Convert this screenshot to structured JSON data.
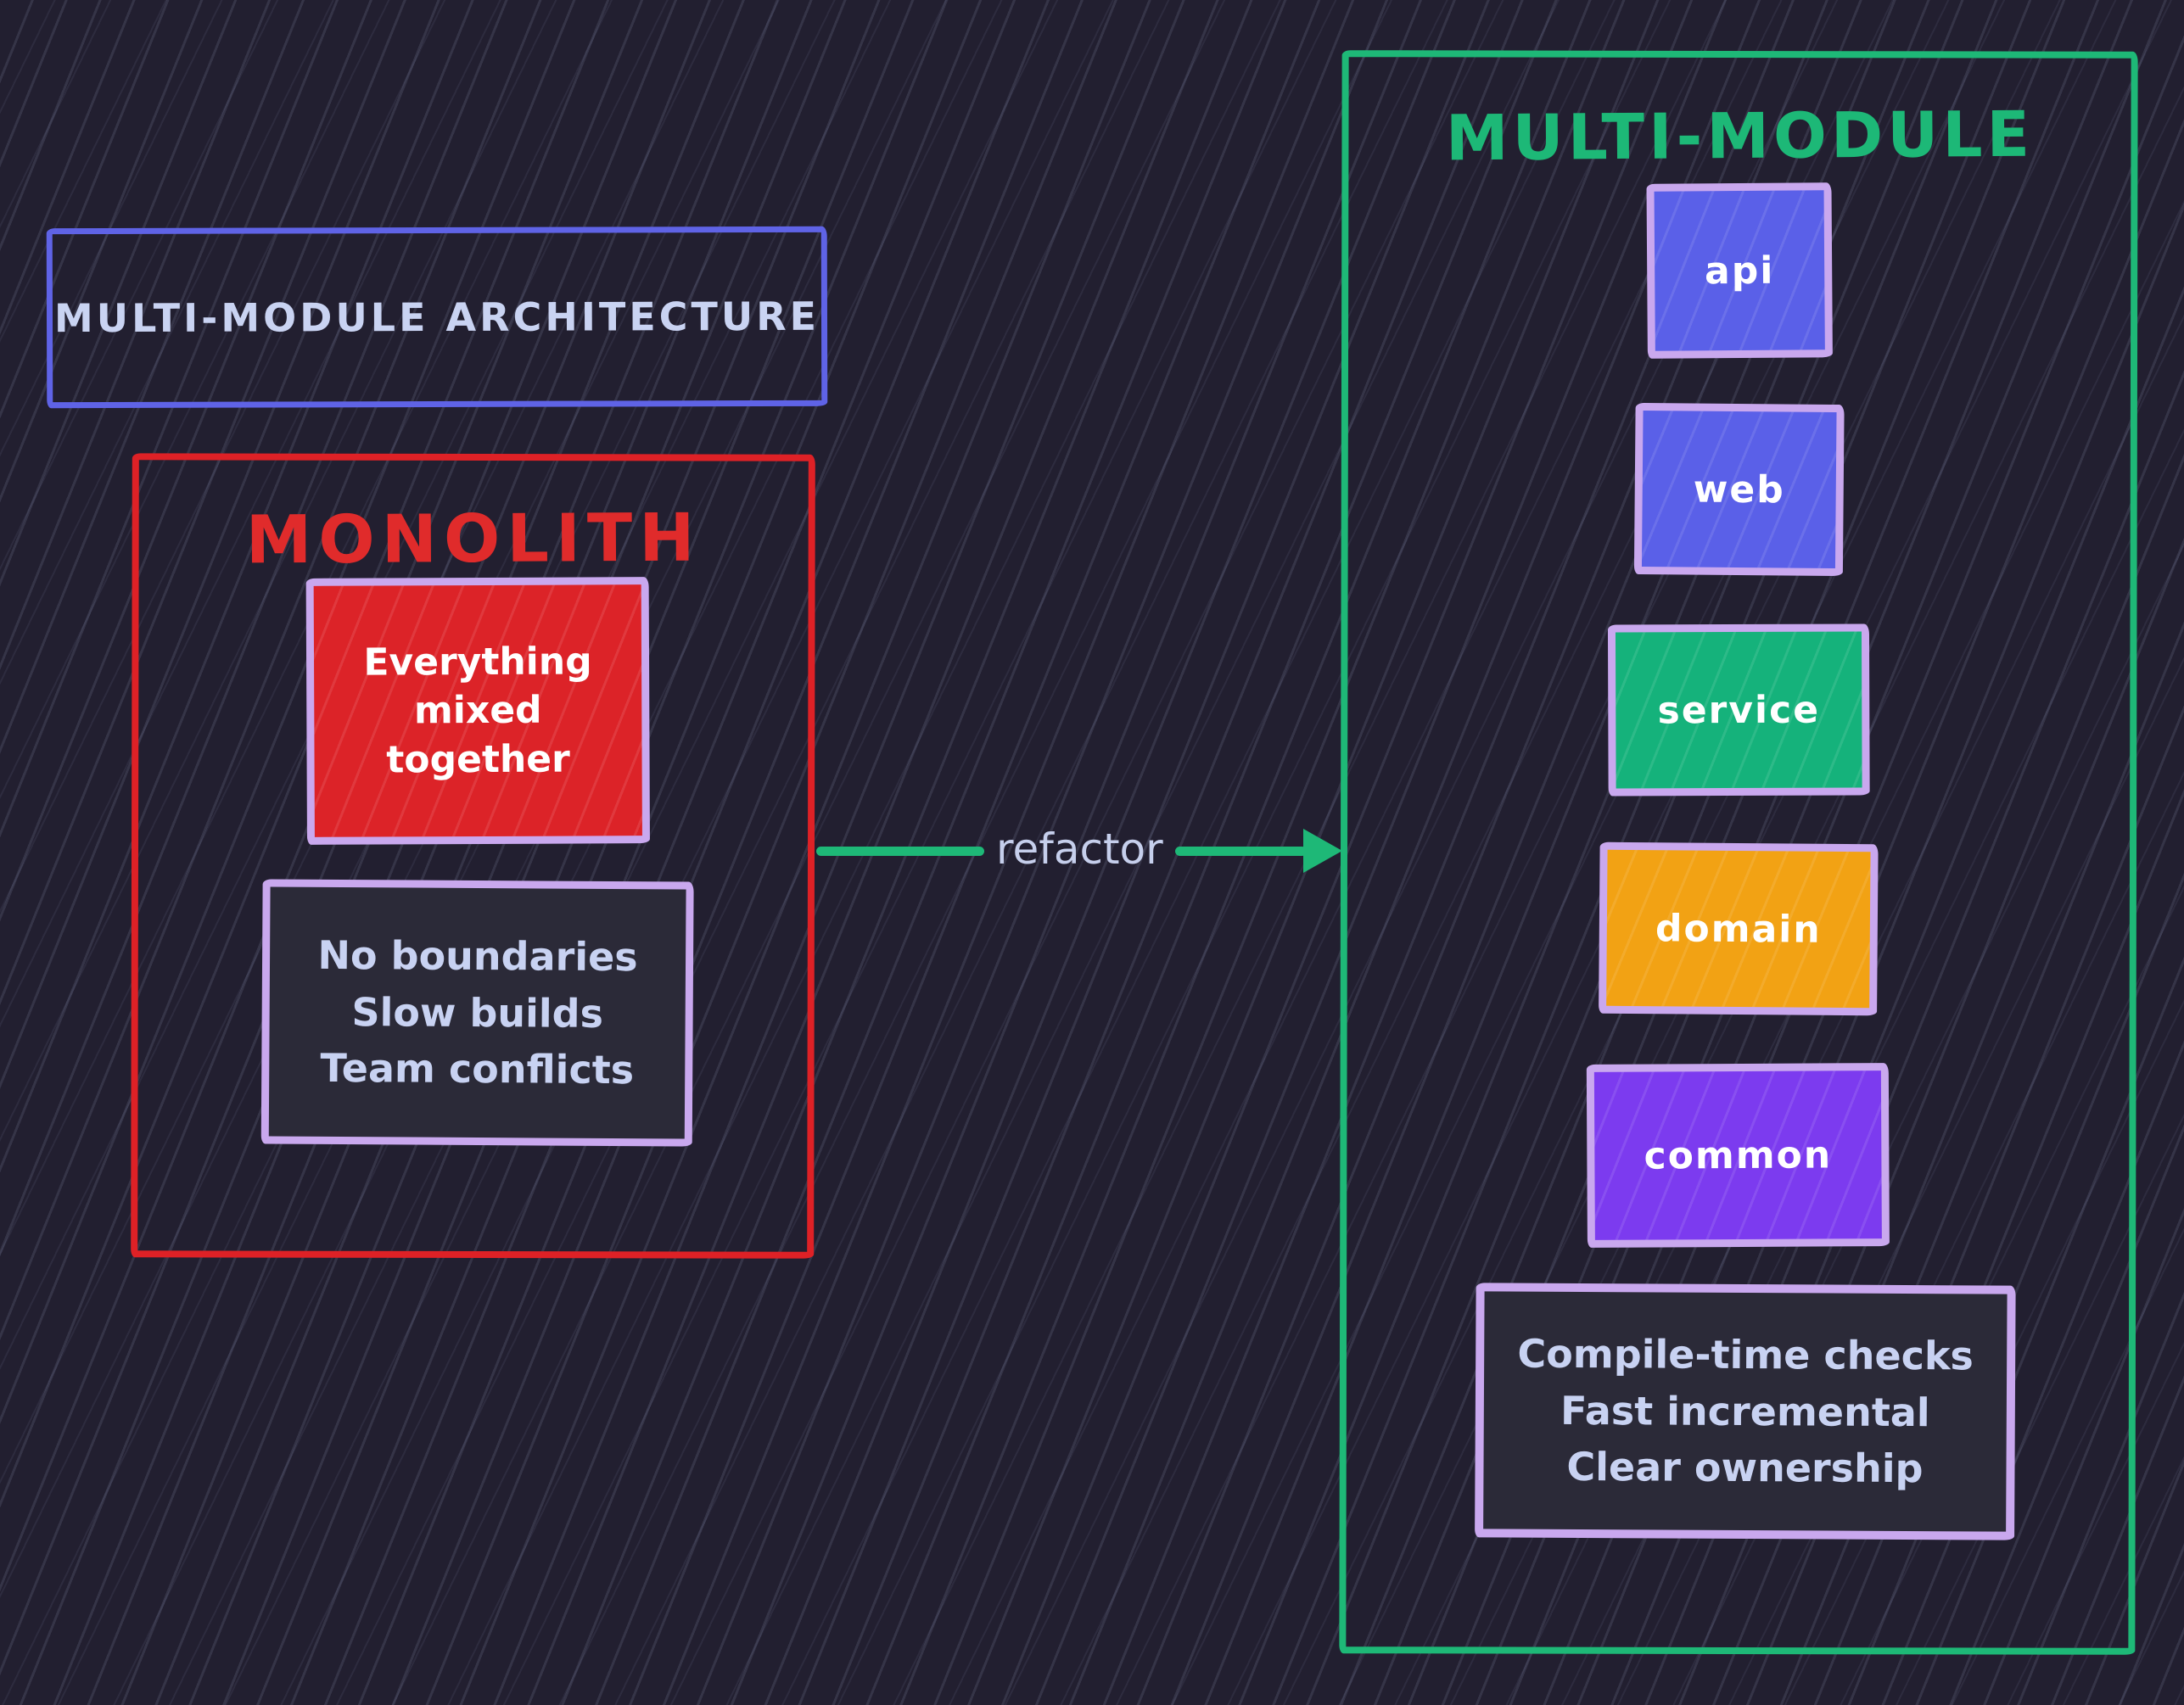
{
  "page": {
    "background_color": "#221f30",
    "style": "hand-drawn sketch diagram with diagonal hatch texture"
  },
  "header": {
    "title": "MULTI-MODULE ARCHITECTURE",
    "border_color": "#5f63e6",
    "text_color": "#c9d3f2"
  },
  "monolith": {
    "title": "MONOLITH",
    "accent_color": "#de2126",
    "core_label": "Everything\nmixed\ntogether",
    "core_fill_color": "#dc2328",
    "problems": [
      "No boundaries",
      "Slow builds",
      "Team conflicts"
    ],
    "problems_text_color": "#c8d2f2",
    "inner_border_color": "#c9a8ee"
  },
  "arrow": {
    "label": "refactor",
    "color": "#1eb877",
    "label_color": "#c6cfec",
    "direction": "left-to-right"
  },
  "multimodule": {
    "title": "MULTI-MODULE",
    "accent_color": "#1eb877",
    "modules": [
      {
        "name": "api",
        "color": "#5a60e8"
      },
      {
        "name": "web",
        "color": "#5a60e8"
      },
      {
        "name": "service",
        "color": "#15b27b"
      },
      {
        "name": "domain",
        "color": "#f2a214"
      },
      {
        "name": "common",
        "color": "#7c3bef"
      }
    ],
    "benefits": [
      "Compile-time checks",
      "Fast incremental",
      "Clear ownership"
    ],
    "benefits_text_color": "#c8d2f2"
  }
}
